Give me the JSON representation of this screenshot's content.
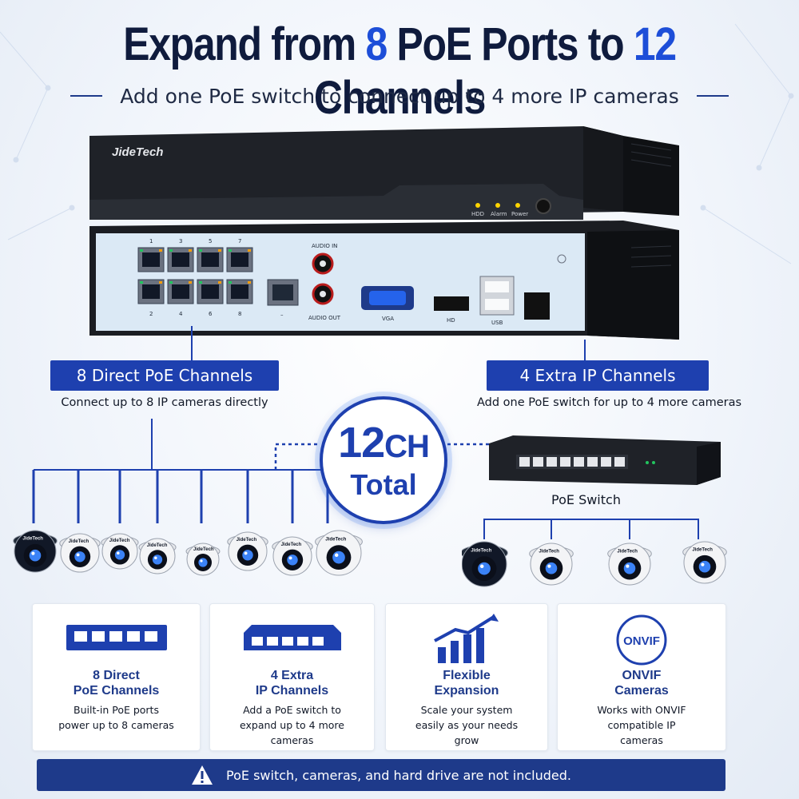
{
  "header": {
    "title_part1": "Expand from ",
    "title_num1": "8",
    "title_part2": " PoE Ports to ",
    "title_num2": "12",
    "title_part3": " Channels",
    "subtitle": "Add one PoE switch to connect up to 4 more IP cameras"
  },
  "nvr": {
    "brand": "JideTech",
    "indicators": [
      "HDD",
      "Alarm",
      "Power"
    ],
    "port_numbers_top": [
      "1",
      "3",
      "5",
      "7"
    ],
    "port_numbers_bottom": [
      "2",
      "4",
      "6",
      "8"
    ],
    "lan_label": "–",
    "audio_in": "AUDIO IN",
    "audio_out": "AUDIO OUT",
    "vga": "VGA",
    "hdmi": "HD",
    "usb": "USB"
  },
  "left_label": {
    "title": "8 Direct PoE Channels",
    "caption": "Connect up to 8 IP cameras directly"
  },
  "right_label": {
    "title": "4 Extra IP Channels",
    "caption": "Add one PoE switch for up to 4 more cameras"
  },
  "total": {
    "number": "12",
    "unit": "CH",
    "word": "Total"
  },
  "switch": {
    "caption": "PoE Switch"
  },
  "camera_brand": "JideTech",
  "features": [
    {
      "title_line1": "8 Direct",
      "title_line2": "PoE Channels",
      "desc_line1": "Built-in PoE ports",
      "desc_line2": "power up to 8 cameras",
      "desc_line3": "",
      "icon": "switch-icon"
    },
    {
      "title_line1": "4 Extra",
      "title_line2": "IP Channels",
      "desc_line1": "Add a PoE switch to",
      "desc_line2": "expand up to 4 more",
      "desc_line3": "cameras",
      "icon": "network-switch-icon"
    },
    {
      "title_line1": "Flexible",
      "title_line2": "Expansion",
      "desc_line1": "Scale your system",
      "desc_line2": "easily as your needs",
      "desc_line3": "grow",
      "icon": "growth-chart-icon"
    },
    {
      "title_line1": "ONVIF",
      "title_line2": "Cameras",
      "desc_line1": "Works with ONVIF",
      "desc_line2": "compatible IP",
      "desc_line3": "cameras",
      "icon": "onvif-icon",
      "badge": "ONVIF"
    }
  ],
  "notice": {
    "text": "PoE switch, cameras, and hard drive are not included."
  },
  "colors": {
    "navy": "#0f1b3d",
    "accent": "#1d4ed8",
    "box": "#1e40af",
    "banner": "#1e3a8a"
  }
}
